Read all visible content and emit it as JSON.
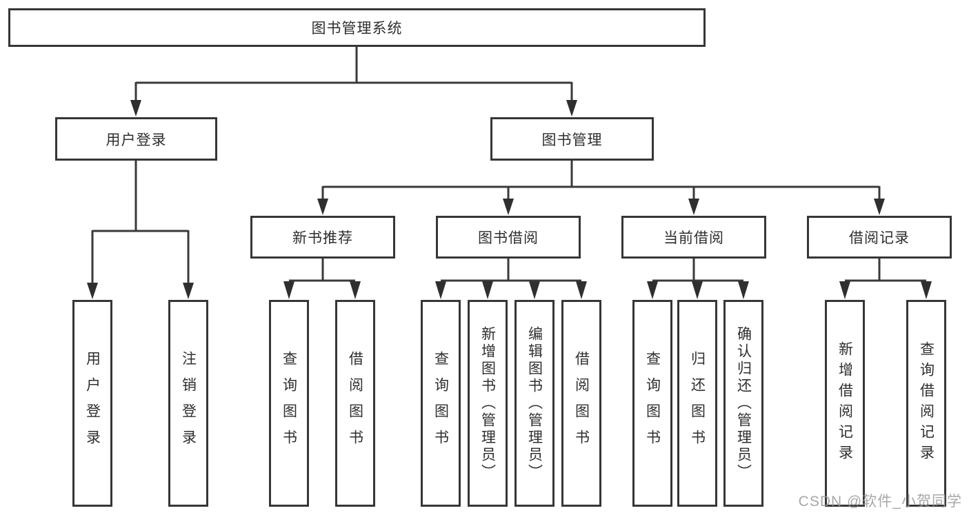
{
  "diagram": {
    "root": {
      "label": "图书管理系统"
    },
    "branches": [
      {
        "label": "用户登录"
      },
      {
        "label": "图书管理"
      }
    ],
    "modules": [
      {
        "label": "新书推荐"
      },
      {
        "label": "图书借阅"
      },
      {
        "label": "当前借阅"
      },
      {
        "label": "借阅记录"
      }
    ],
    "leaves": [
      {
        "label": "用户登录"
      },
      {
        "label": "注销登录"
      },
      {
        "label": "查询图书"
      },
      {
        "label": "借阅图书"
      },
      {
        "label": "查询图书"
      },
      {
        "label": "新增图书（管理员）"
      },
      {
        "label": "编辑图书（管理员）"
      },
      {
        "label": "借阅图书"
      },
      {
        "label": "查询图书"
      },
      {
        "label": "归还图书"
      },
      {
        "label": "确认归还（管理员）"
      },
      {
        "label": "新增借阅记录"
      },
      {
        "label": "查询借阅记录"
      }
    ],
    "watermark": "CSDN @软件_小贺同学",
    "colors": {
      "line": "#3a3a3a",
      "text": "#2e2e2e",
      "background": "#ffffff",
      "watermark": "#9b9b9b"
    }
  }
}
